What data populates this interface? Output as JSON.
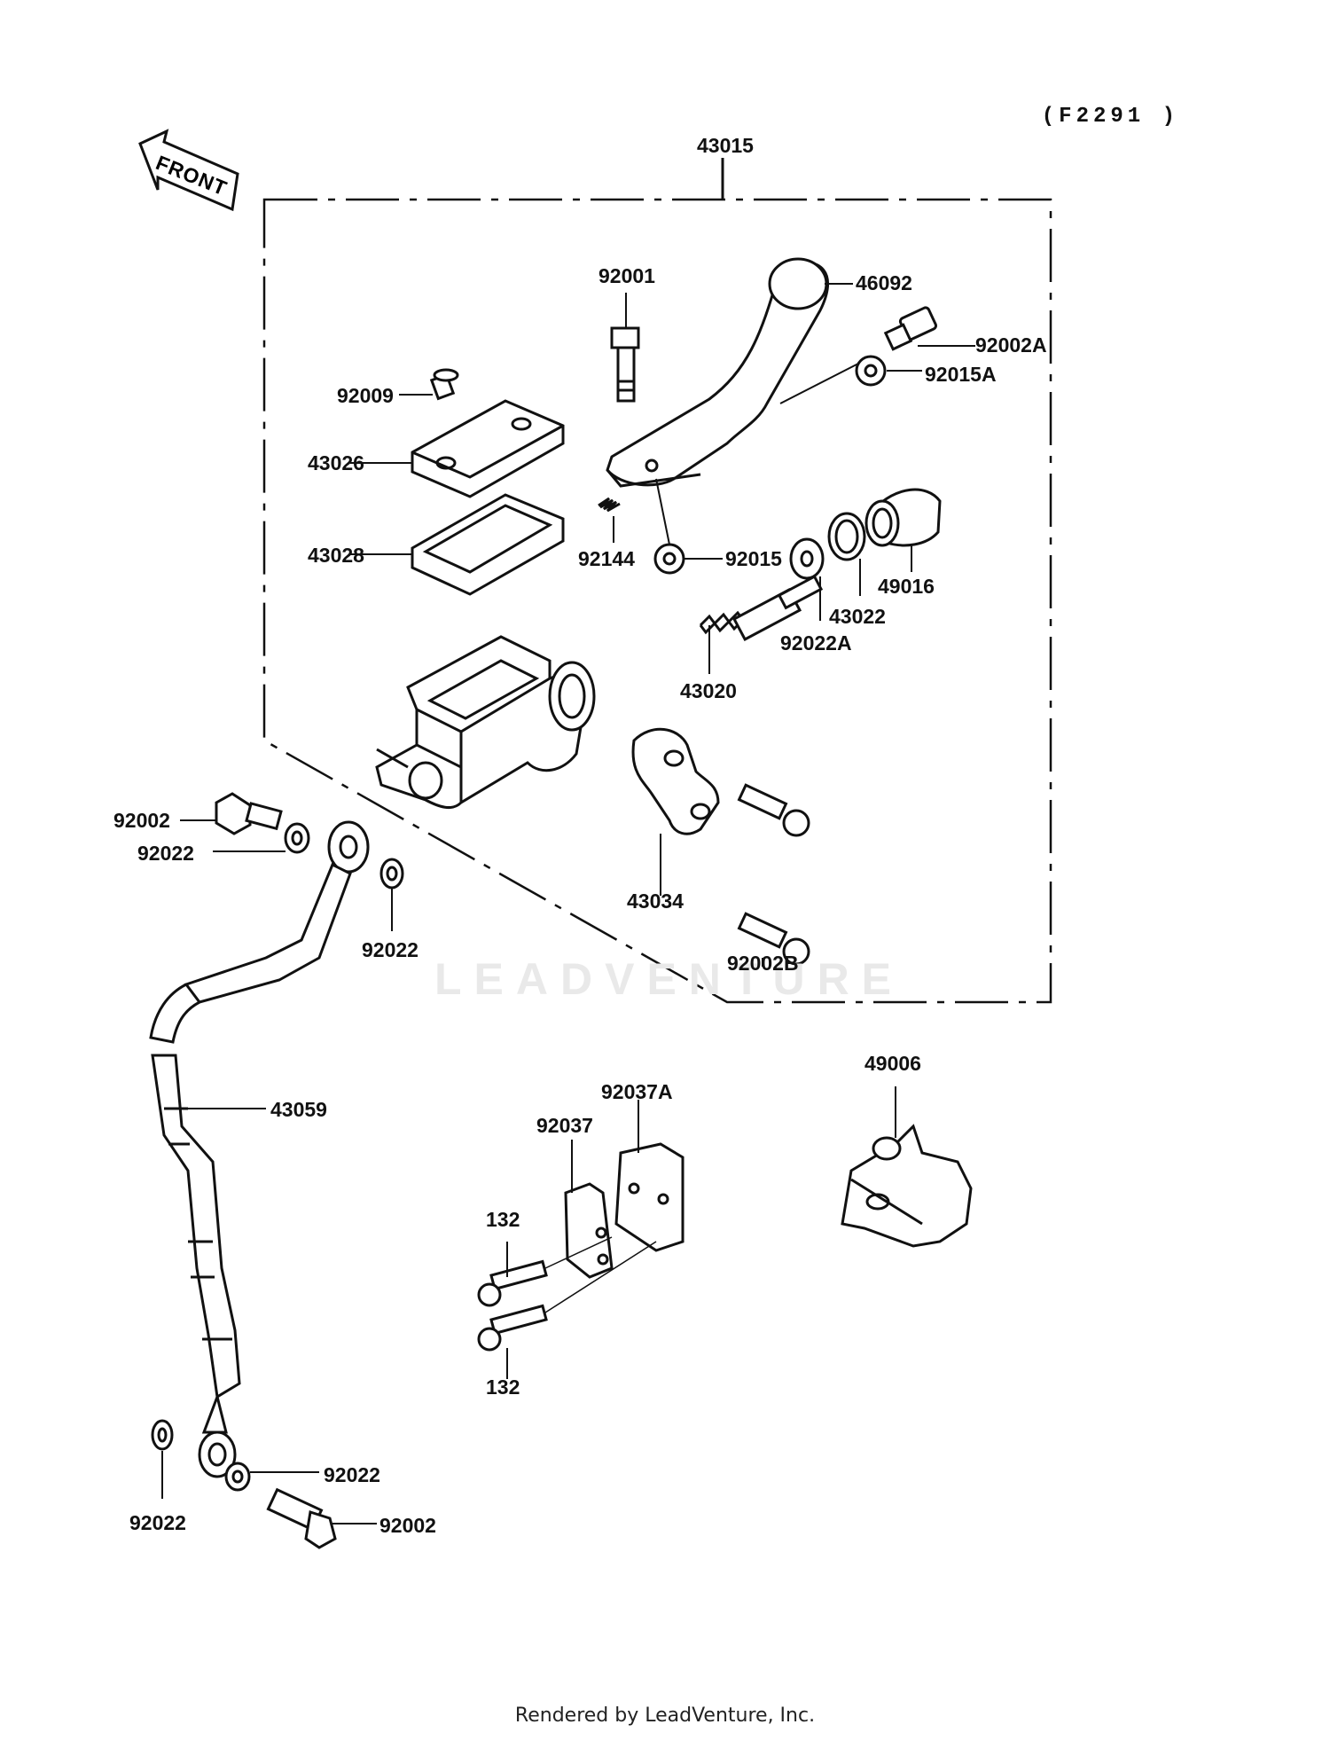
{
  "diagram_code": "(F2291 )",
  "front_marker": "FRONT",
  "watermark": "LEADVENTURE",
  "footer": "Rendered by LeadVenture, Inc.",
  "labels": {
    "l43015": "43015",
    "l92001": "92001",
    "l46092": "46092",
    "l92002A": "92002A",
    "l92015A": "92015A",
    "l92009": "92009",
    "l43026": "43026",
    "l43028": "43028",
    "l92144": "92144",
    "l92015": "92015",
    "l49016": "49016",
    "l43022": "43022",
    "l92022A": "92022A",
    "l43020": "43020",
    "l92002_top": "92002",
    "l92022_a": "92022",
    "l92022_b": "92022",
    "l43034": "43034",
    "l92002B": "92002B",
    "l43059": "43059",
    "l49006": "49006",
    "l92037A": "92037A",
    "l92037": "92037",
    "l132_top": "132",
    "l132_bot": "132",
    "l92022_c": "92022",
    "l92022_d": "92022",
    "l92002_bot": "92002"
  }
}
